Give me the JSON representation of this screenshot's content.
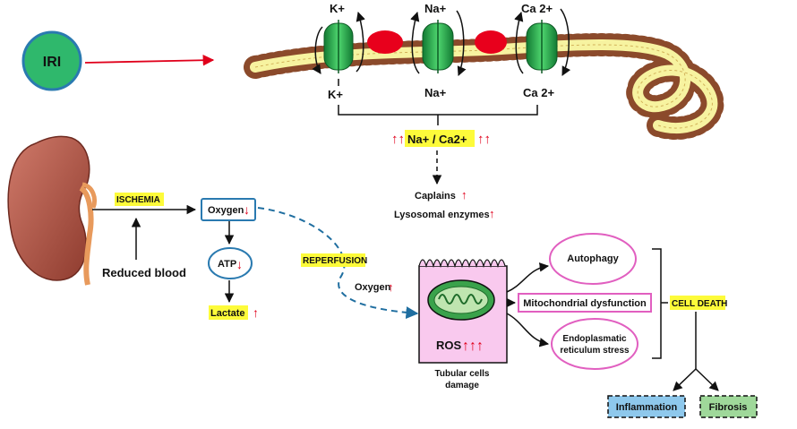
{
  "iri": "IRI",
  "channels": [
    {
      "top": "K+",
      "bottom": "K+"
    },
    {
      "top": "Na+",
      "bottom": "Na+"
    },
    {
      "top": "Ca 2+",
      "bottom": "Ca 2+"
    }
  ],
  "ion_summary": "Na+ / Ca2+",
  "ion_summary_arrows": "↑↑",
  "calpains": "Caplains",
  "lysosomal": "Lysosomal enzymes",
  "ischemia": "ISCHEMIA",
  "reduced_blood": "Reduced blood",
  "oxygen_box": "Oxygen",
  "atp": "ATP",
  "lactate": "Lactate",
  "reperfusion": "REPERFUSION",
  "oxygen_reperfusion": "Oxygen",
  "ros": "ROS",
  "ros_arrows": "↑↑↑",
  "tubular": [
    "Tubular cells",
    "damage"
  ],
  "autophagy": "Autophagy",
  "mito_dysfunction": "Mitochondrial dysfunction",
  "er_stress": [
    "Endoplasmatic",
    "reticulum stress"
  ],
  "cell_death": "CELL DEATH",
  "inflammation": "Inflammation",
  "fibrosis": "Fibrosis",
  "colors": {
    "highlight": "#fdfb3a",
    "arrow_red": "#e0001b",
    "iri_fill": "#2fb86c",
    "iri_stroke": "#2a7ab0",
    "channel_green": "#22b14c",
    "red_protein": "#e8001c",
    "membrane_head": "#8b4a2b",
    "membrane_core": "#f7f3a0",
    "cell_fill": "#f9c9ee",
    "oval_stroke": "#e15fc0",
    "dashed_line": "#1f6ea0",
    "inflammation_fill": "#8ec8ec",
    "fibrosis_fill": "#9fd89a"
  }
}
